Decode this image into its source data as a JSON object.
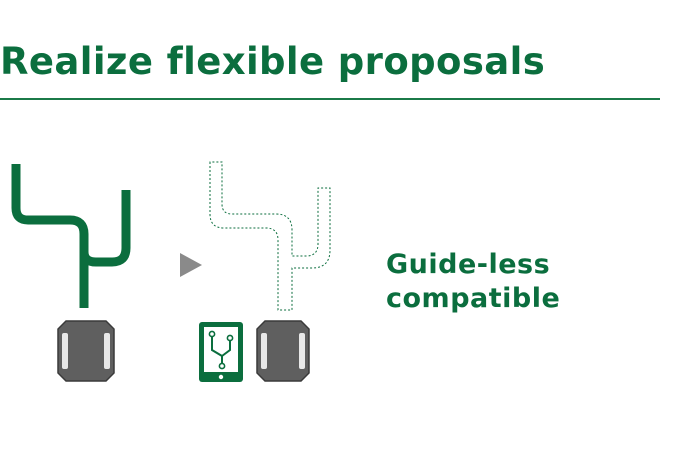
{
  "header": {
    "title": "Realize flexible proposals"
  },
  "caption": {
    "line1": "Guide-less",
    "line2": "compatible"
  },
  "colors": {
    "brand_green": "#0b6e3e",
    "rule_green": "#1b7a48",
    "arrow_gray": "#8a8a8a",
    "device_dark": "#5f5f5f",
    "device_edge": "#3a3a3a",
    "device_window": "#e8e8e8"
  },
  "icons": {
    "arrow": "play-triangle-icon",
    "tablet": "tablet-route-icon",
    "robot": "agv-robot-icon"
  }
}
